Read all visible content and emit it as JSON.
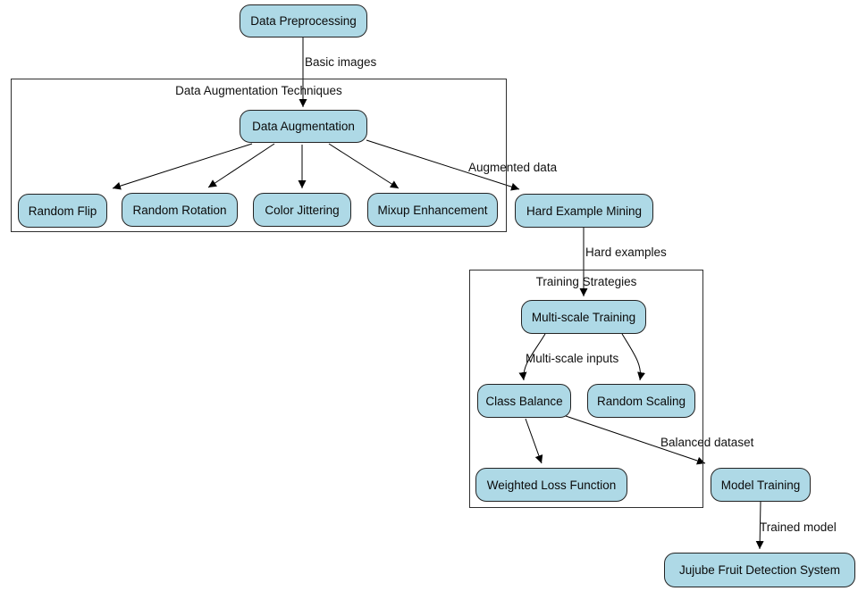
{
  "diagram": {
    "title": "Jujube fruit detection training pipeline flowchart",
    "colors": {
      "node_fill": "#aed9e6",
      "node_border": "#232323",
      "edge_line": "#000000",
      "background": "#ffffff"
    },
    "groups": {
      "data_augmentation_techniques": {
        "title": "Data Augmentation Techniques"
      },
      "training_strategies": {
        "title": "Training Strategies"
      }
    },
    "nodes": {
      "data_preprocessing": {
        "label": "Data Preprocessing"
      },
      "data_augmentation": {
        "label": "Data Augmentation"
      },
      "random_flip": {
        "label": "Random Flip"
      },
      "random_rotation": {
        "label": "Random Rotation"
      },
      "color_jittering": {
        "label": "Color Jittering"
      },
      "mixup_enhancement": {
        "label": "Mixup Enhancement"
      },
      "hard_example_mining": {
        "label": "Hard Example Mining"
      },
      "multi_scale_training": {
        "label": "Multi-scale Training"
      },
      "class_balance": {
        "label": "Class Balance"
      },
      "random_scaling": {
        "label": "Random Scaling"
      },
      "weighted_loss_function": {
        "label": "Weighted Loss Function"
      },
      "model_training": {
        "label": "Model Training"
      },
      "jujube_fruit_detection_system": {
        "label": "Jujube Fruit Detection System"
      }
    },
    "edge_labels": {
      "basic_images": "Basic images",
      "augmented_data": "Augmented data",
      "hard_examples": "Hard examples",
      "multi_scale_inputs": "Multi-scale inputs",
      "balanced_dataset": "Balanced dataset",
      "trained_model": "Trained model"
    }
  }
}
